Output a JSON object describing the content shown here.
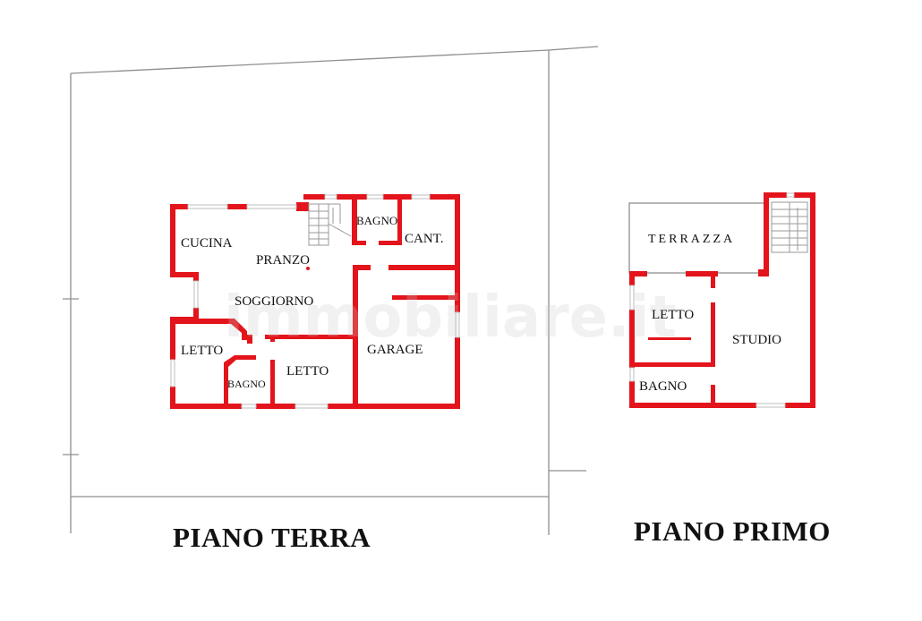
{
  "colors": {
    "wall": "#e3141b",
    "boundary": "#8f8f8f",
    "window": "#bdbdbd",
    "stairs": "#9a9a9a",
    "text": "#111111",
    "background": "#ffffff"
  },
  "watermark": "immobiliare.it",
  "floors": [
    {
      "title": "PIANO TERRA",
      "rooms": [
        {
          "label": "CUCINA"
        },
        {
          "label": "PRANZO"
        },
        {
          "label": "SOGGIORNO"
        },
        {
          "label": "BAGNO"
        },
        {
          "label": "CANT."
        },
        {
          "label": "GARAGE"
        },
        {
          "label": "LETTO"
        },
        {
          "label": "BAGNO"
        },
        {
          "label": "LETTO"
        }
      ]
    },
    {
      "title": "PIANO PRIMO",
      "rooms": [
        {
          "label": "TERRAZZA"
        },
        {
          "label": "LETTO"
        },
        {
          "label": "STUDIO"
        },
        {
          "label": "BAGNO"
        }
      ]
    }
  ]
}
